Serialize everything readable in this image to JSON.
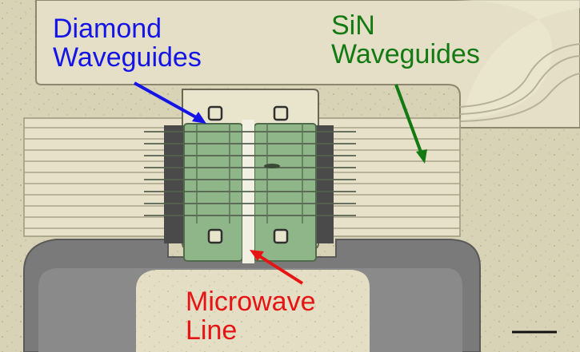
{
  "labels": {
    "diamond": {
      "line1": "Diamond",
      "line2": "Waveguides",
      "color": "#1414e6"
    },
    "sin": {
      "line1": "SiN",
      "line2": "Waveguides",
      "color": "#137a13"
    },
    "microwave": {
      "line1": "Microwave",
      "line2": "Line",
      "color": "#e61414"
    }
  },
  "colors": {
    "background": "#d9d4b8",
    "cladding": "#e6e1c8",
    "dark_metal": "#7d7d7d",
    "chip": "#8eb487",
    "chip_edge": "#5c6b5a"
  }
}
